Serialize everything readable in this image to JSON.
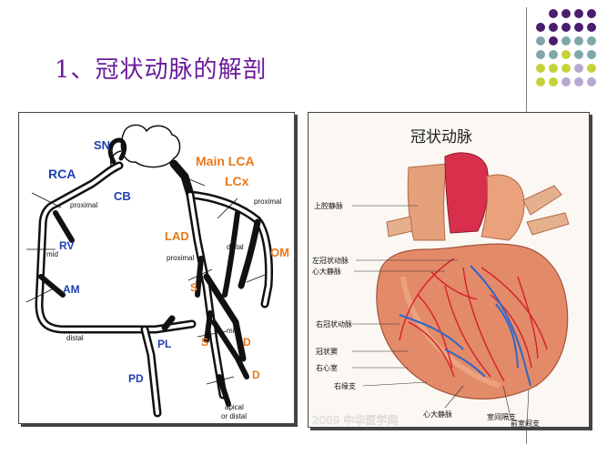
{
  "slide": {
    "title": "1、冠状动脉的解剖"
  },
  "left_diagram": {
    "labels_blue": {
      "sn": "SN",
      "rca": "RCA",
      "cb": "CB",
      "rv": "RV",
      "am": "AM",
      "pl": "PL",
      "pd": "PD"
    },
    "labels_orange": {
      "main_lca": "Main LCA",
      "lcx": "LCx",
      "lad": "LAD",
      "om": "OM",
      "s1": "S",
      "s2": "S",
      "d1": "D",
      "d2": "D"
    },
    "labels_small": {
      "proximal_rca": "proximal",
      "mid_rca": "mid",
      "distal_rca": "distal",
      "proximal_lcx": "proximal",
      "distal_lcx": "distal",
      "proximal_lad": "proximal",
      "mid_lad": "mid",
      "apical": "apical",
      "or_distal": "or distal"
    }
  },
  "right_image": {
    "title": "冠状动脉",
    "labels": {
      "svc": "上腔静脉",
      "lca": "左冠状动脉",
      "gcv": "心大静脉",
      "rca": "右冠状动脉",
      "sinus": "冠状窦",
      "rv": "右心室",
      "rmb": "右缘支",
      "gcv2": "心大静脉",
      "iv": "室间隔支",
      "aiv": "前室间支"
    },
    "watermark": "2009 中华医学网"
  },
  "theme": {
    "dot_purple": "#4a1d6e",
    "dot_teal": "#7fa7a9",
    "dot_lime": "#c6d23a",
    "dot_lavender": "#b7a8d0"
  }
}
